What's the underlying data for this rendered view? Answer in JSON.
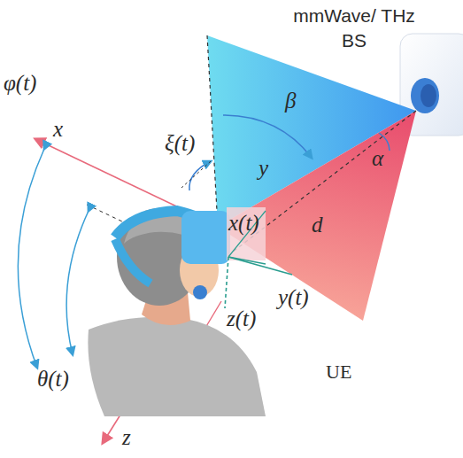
{
  "diagram": {
    "nodes": [
      {
        "text": [
          "mmWave/ THz BS"
        ]
      }
    ],
    "labels": [
      "x",
      "φ(t)",
      "ξ(t)",
      "β",
      "y",
      "α",
      "x(t)",
      "d",
      "y(t)",
      "z(t)",
      "θ(t)",
      "UE",
      "z"
    ]
  }
}
